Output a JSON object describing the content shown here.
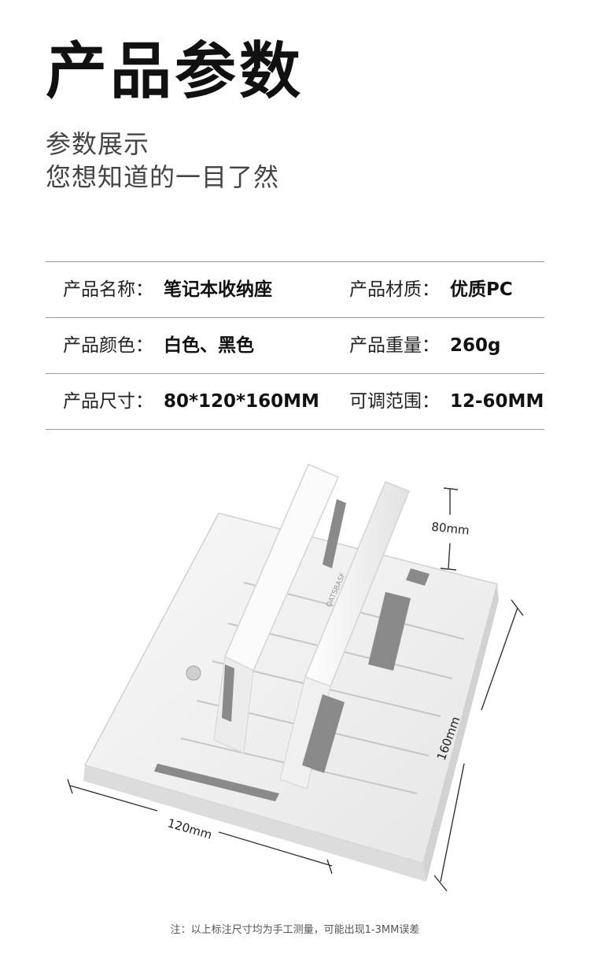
{
  "header": {
    "title": "产品参数",
    "subtitle_line1": "参数展示",
    "subtitle_line2": "您想知道的一目了然"
  },
  "specs": [
    {
      "label1": "产品名称：",
      "value1": "笔记本收纳座",
      "label2": "产品材质：",
      "value2": "优质PC"
    },
    {
      "label1": "产品颜色：",
      "value1": "白色、黑色",
      "label2": "产品重量：",
      "value2": "260g"
    },
    {
      "label1": "产品尺寸：",
      "value1": "80*120*160MM",
      "label2": "可调范围：",
      "value2": "12-60MM"
    }
  ],
  "product": {
    "brand_mark": "OATSBASF",
    "dim_height": "80mm",
    "dim_depth": "160mm",
    "dim_width": "120mm",
    "colors": {
      "body": "#f4f4f4",
      "pad": "#8a8a8a",
      "line": "#333333"
    }
  },
  "note": "注：以上标注尺寸均为手工测量，可能出现1-3MM误差"
}
